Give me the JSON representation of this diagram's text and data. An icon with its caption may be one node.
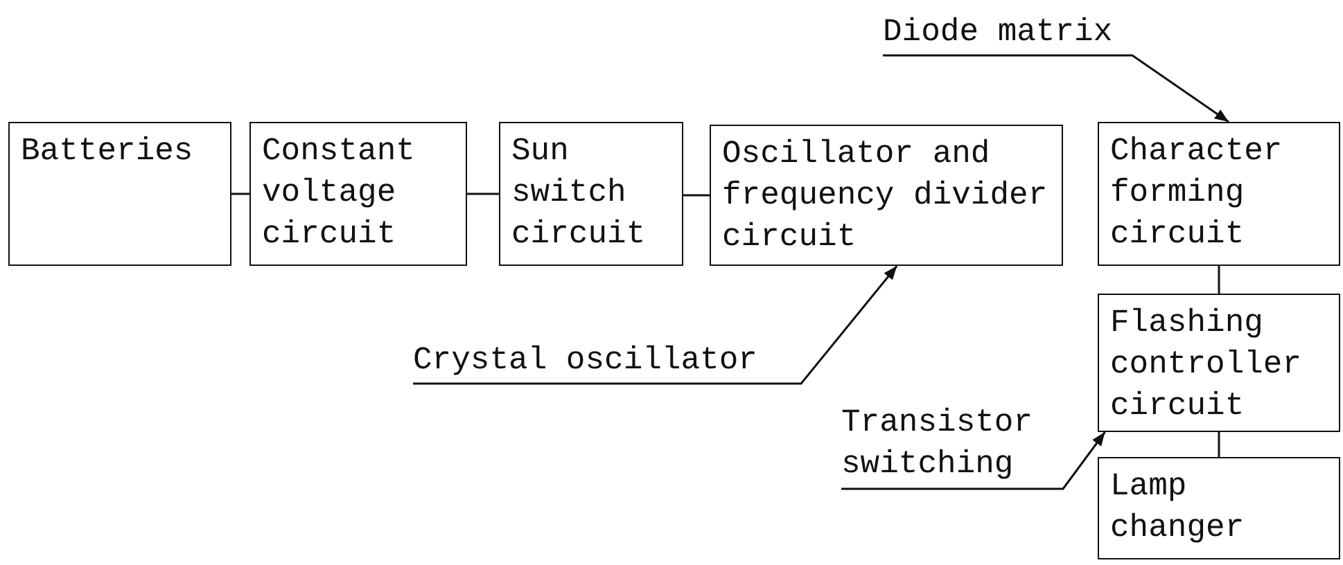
{
  "diagram": {
    "nodes": [
      {
        "text": [
          "Diode matrix"
        ]
      },
      {
        "text": [
          "Batteries"
        ]
      },
      {
        "text": [
          "Constant voltage circuit"
        ]
      },
      {
        "text": [
          "Sun switch circuit"
        ]
      },
      {
        "text": [
          "Oscillator and frequency divider circuit"
        ]
      },
      {
        "text": [
          "Character forming circuit"
        ]
      },
      {
        "text": [
          "Flashing controller circuit"
        ]
      },
      {
        "text": [
          "Crystal oscillator"
        ]
      },
      {
        "text": [
          "Transistor switching"
        ]
      },
      {
        "text": [
          "Lamp changer"
        ]
      }
    ],
    "edges": [
      {
        "from": 1,
        "to": 2,
        "arrow": "none"
      },
      {
        "from": 2,
        "to": 3,
        "arrow": "none"
      },
      {
        "from": 3,
        "to": 4,
        "arrow": "none"
      },
      {
        "from": 5,
        "to": 6,
        "arrow": "none"
      },
      {
        "from": 6,
        "to": 9,
        "arrow": "none"
      },
      {
        "from": 0,
        "to": 5,
        "arrow": "to"
      },
      {
        "from": 7,
        "to": 4,
        "arrow": "to"
      },
      {
        "from": 8,
        "to": 6,
        "arrow": "to"
      }
    ]
  }
}
